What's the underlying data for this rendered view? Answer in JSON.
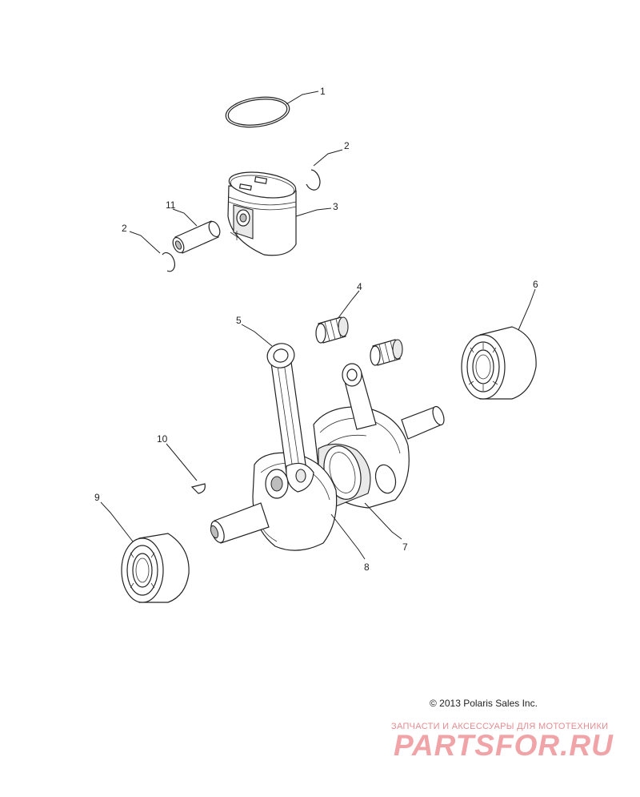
{
  "callouts": [
    "1",
    "2",
    "3",
    "11",
    "2",
    "4",
    "5",
    "6",
    "10",
    "9",
    "7",
    "8"
  ],
  "footer": {
    "copyright": "© 2013 Polaris Sales Inc."
  },
  "watermark": {
    "tagline": "ЗАПЧАСТИ И АКСЕССУАРЫ ДЛЯ МОТОТЕХНИКИ",
    "logo": "PARTSFOR.RU"
  }
}
